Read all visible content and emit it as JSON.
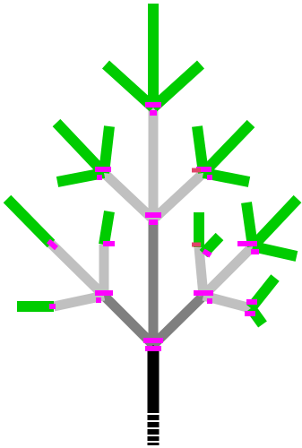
{
  "palette": {
    "trunk": "#000000",
    "dark": "#7f7f7f",
    "light": "#c0c0c0",
    "leaf": "#00cc00",
    "joint": "#ff00ff",
    "bud": "#e0446a",
    "background": "#ffffff"
  },
  "tree": {
    "trunk": "segmented-trunk",
    "levels": [
      "trunk",
      "dark-branch",
      "light-branch",
      "leaf"
    ],
    "joint_marker": "magenta-joint"
  }
}
